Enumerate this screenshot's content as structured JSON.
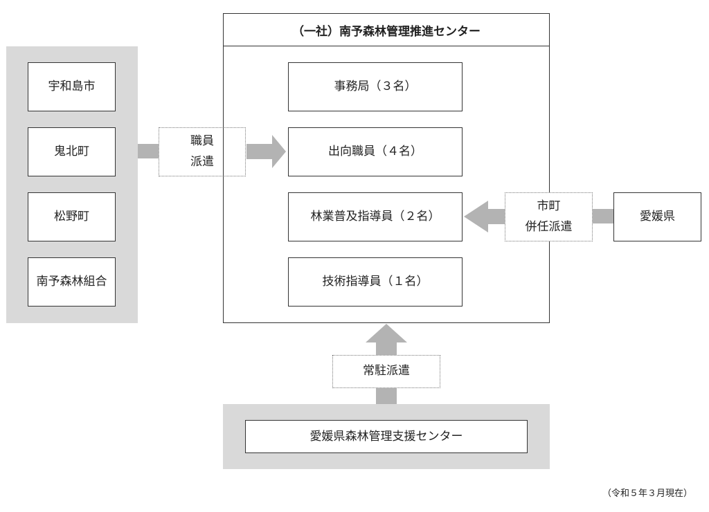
{
  "center": {
    "title": "（一社）南予森林管理推進センター",
    "items": [
      "事務局（３名）",
      "出向職員（４名）",
      "林業普及指導員（２名）",
      "技術指導員（１名）"
    ]
  },
  "left_members": [
    [
      "宇和島市"
    ],
    [
      "鬼北町"
    ],
    [
      "松野町"
    ],
    [
      "南予",
      "森林組合"
    ]
  ],
  "left_dispatch": [
    "職員",
    "派遣"
  ],
  "right_dispatch": [
    "市町",
    "併任派遣"
  ],
  "right_member": "愛媛県",
  "bottom_dispatch": "常駐派遣",
  "bottom_center": "愛媛県森林管理支援センター",
  "footnote": "（令和５年３月現在）",
  "colors": {
    "arrow": "#b3b3b3",
    "panel": "#d9d9d9",
    "border": "#333333"
  }
}
